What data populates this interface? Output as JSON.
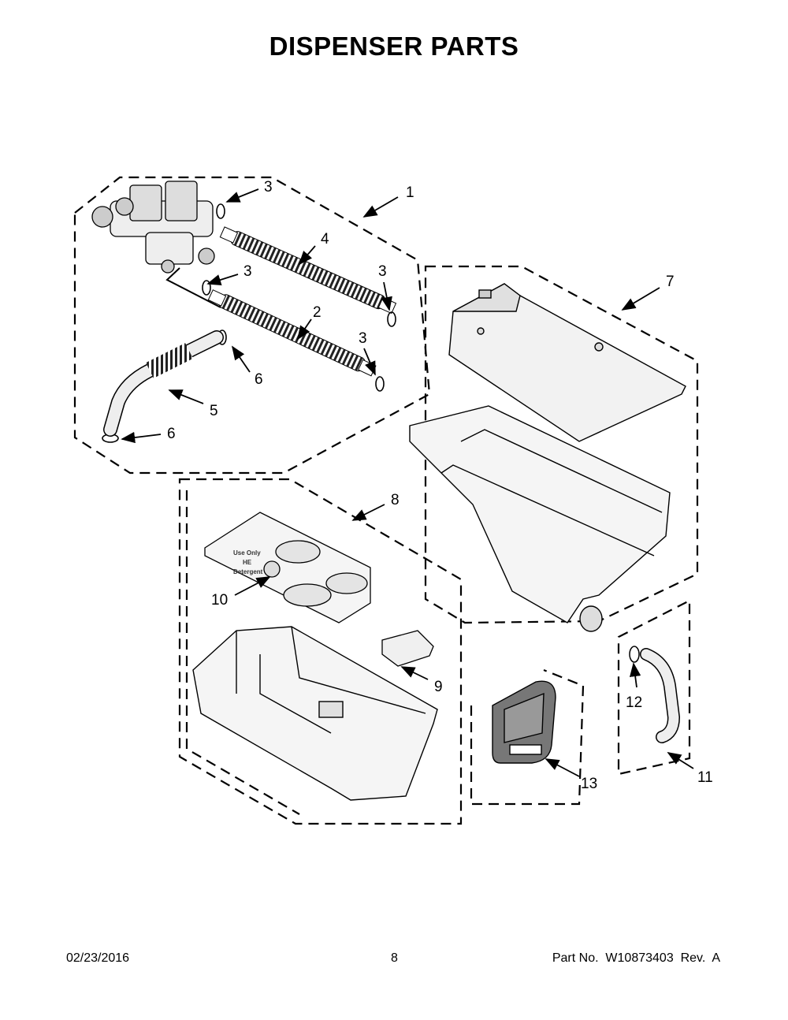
{
  "title": "DISPENSER PARTS",
  "callouts": [
    "1",
    "3",
    "4",
    "3",
    "3",
    "2",
    "3",
    "6",
    "5",
    "6",
    "7",
    "8",
    "10",
    "9",
    "12",
    "13",
    "11"
  ],
  "drawer_lid_text": [
    "Use Only",
    "HE",
    "Detergent"
  ],
  "footer": {
    "date": "02/23/2016",
    "page": "8",
    "part_number": "Part No.  W10873403  Rev.  A"
  }
}
